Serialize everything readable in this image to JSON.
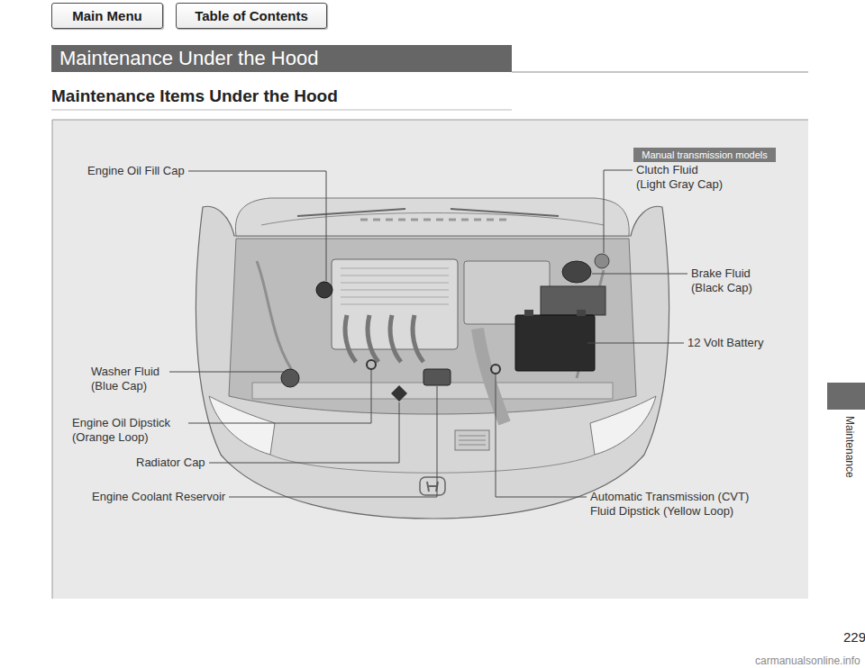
{
  "diagram": {
    "title": "Maintenance Under the Hood",
    "nodes": [
      {
        "text": [
          "Main Menu"
        ]
      },
      {
        "text": [
          "Table of Contents"
        ]
      },
      {
        "text": [
          "Manual transmission models"
        ]
      }
    ],
    "labels": [
      "Maintenance Items Under the Hood",
      "Engine Oil Fill Cap",
      "Clutch Fluid (Light Gray Cap)",
      "Brake Fluid (Black Cap)",
      "12 Volt Battery",
      "Washer Fluid (Blue Cap)",
      "Engine Oil Dipstick (Orange Loop)",
      "Radiator Cap",
      "Engine Coolant Reservoir",
      "Automatic Transmission (CVT) Fluid Dipstick (Yellow Loop)",
      "229",
      "Maintenance",
      "carmanualsonline.info"
    ]
  }
}
